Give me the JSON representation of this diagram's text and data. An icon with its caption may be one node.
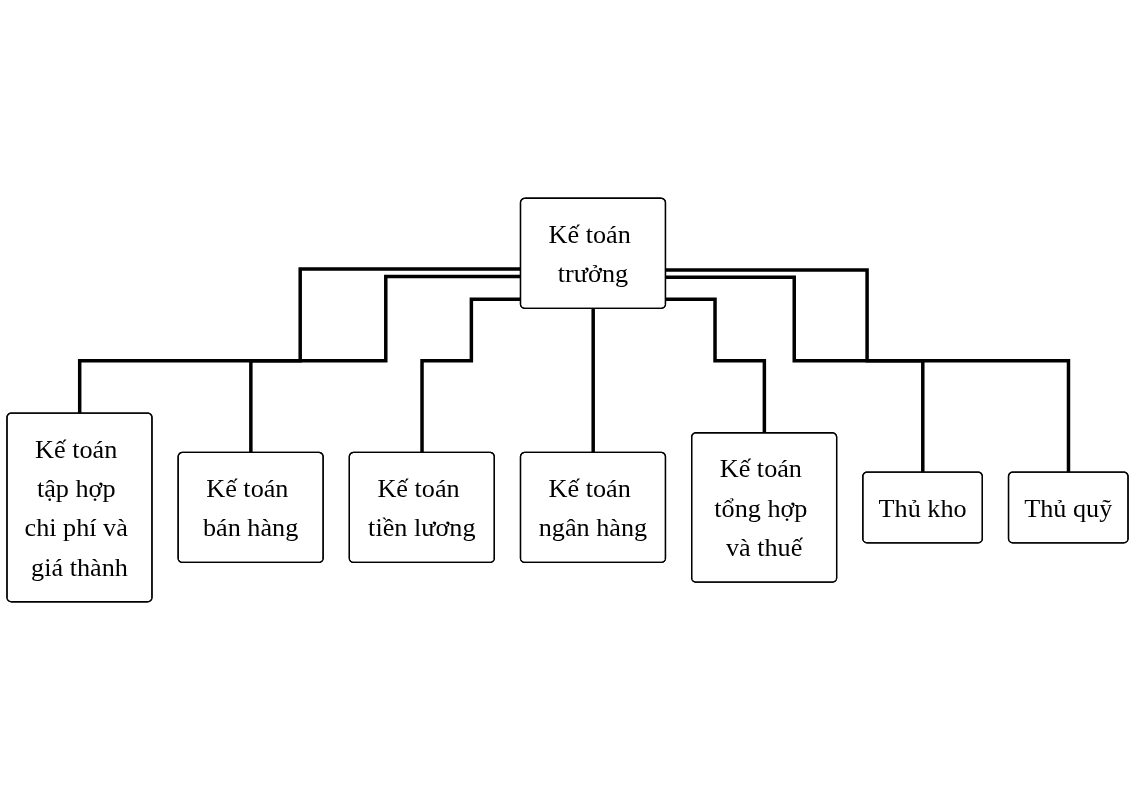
{
  "diagram": {
    "nodes": [
      {
        "text": [
          "Kế toán trưởng"
        ]
      },
      {
        "text": [
          "Kế toán tập hợp chi phí và giá thành"
        ]
      },
      {
        "text": [
          "Kế toán bán hàng"
        ]
      },
      {
        "text": [
          "Kế toán tiền lương"
        ]
      },
      {
        "text": [
          "Kế toán ngân hàng"
        ]
      },
      {
        "text": [
          "Kế toán tổng hợp và thuế"
        ]
      },
      {
        "text": [
          "Thủ kho"
        ]
      },
      {
        "text": [
          "Thủ quỹ"
        ]
      }
    ],
    "edges": [
      {
        "from": 0,
        "to": 1,
        "arrow": "none"
      },
      {
        "from": 0,
        "to": 2,
        "arrow": "none"
      },
      {
        "from": 0,
        "to": 3,
        "arrow": "none"
      },
      {
        "from": 0,
        "to": 4,
        "arrow": "none"
      },
      {
        "from": 0,
        "to": 5,
        "arrow": "none"
      },
      {
        "from": 0,
        "to": 6,
        "arrow": "none"
      },
      {
        "from": 0,
        "to": 7,
        "arrow": "none"
      }
    ]
  }
}
